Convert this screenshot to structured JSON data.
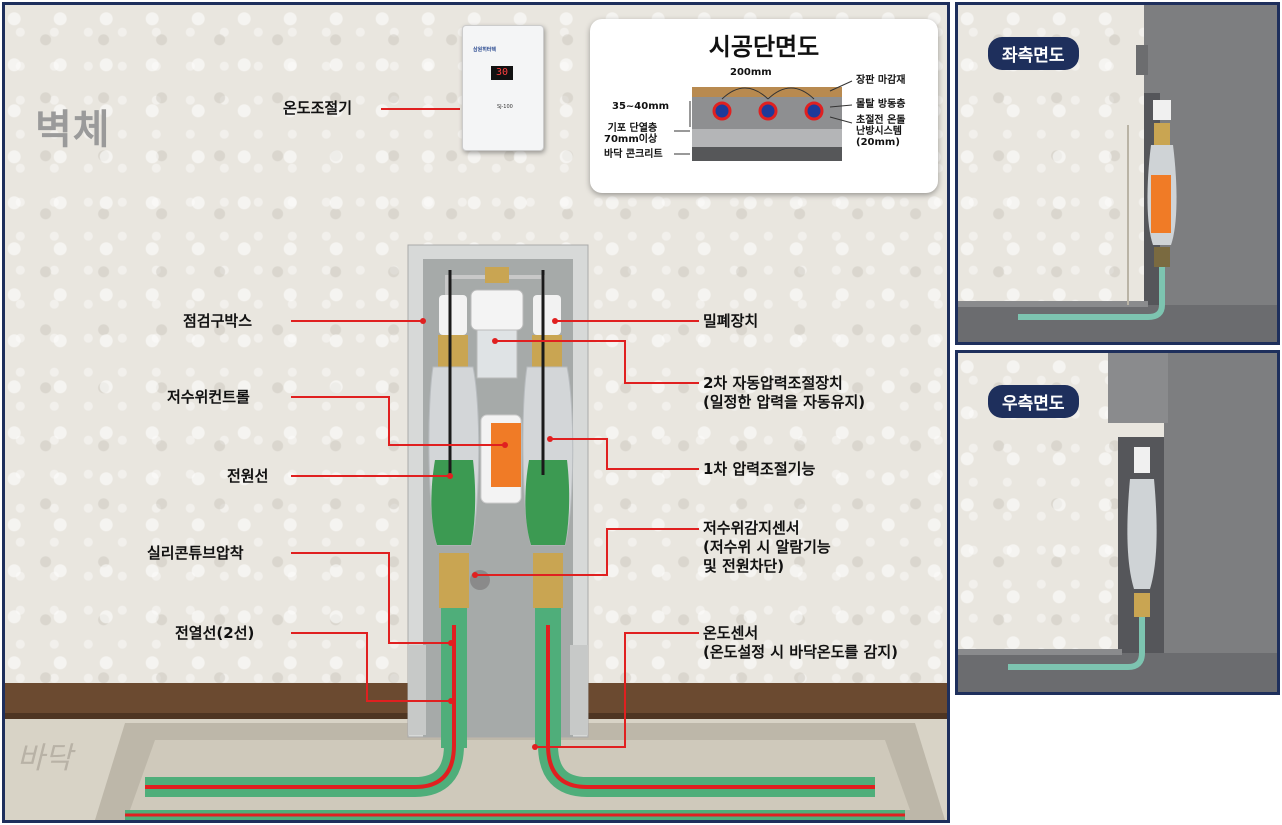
{
  "wall_label": "벽체",
  "floor_label": "바닥",
  "thermostat": {
    "label": "온도조절기",
    "brand": "삼원히터텍",
    "display": "30",
    "model": "SJ-100"
  },
  "cross_section": {
    "title": "시공단면도",
    "labels": {
      "width": "200mm",
      "thickness": "35~40mm",
      "insulation": "기포 단열층\n70mm이상",
      "concrete": "바닥 콘크리트",
      "finish": "장판 마감재",
      "mortar": "몰탈 방동층",
      "system": "초절전 온돌\n난방시스템\n(20mm)"
    }
  },
  "callouts": {
    "left": [
      "점검구박스",
      "저수위컨트롤",
      "전원선",
      "실리콘튜브압착",
      "전열선(2선)"
    ],
    "right": [
      "밀폐장치",
      "2차 자동압력조절장치\n(일정한 압력을 자동유지)",
      "1차 압력조절기능",
      "저수위감지센서\n(저수위 시 알람기능\n및 전원차단)",
      "온도센서\n(온도설정 시 바닥온도를 감지)"
    ]
  },
  "views": {
    "left": "좌측면도",
    "right": "우측면도"
  },
  "colors": {
    "frame": "#1e2f5c",
    "leader": "#e02020",
    "pipe": "#3aa56a",
    "wire": "#e02020"
  }
}
